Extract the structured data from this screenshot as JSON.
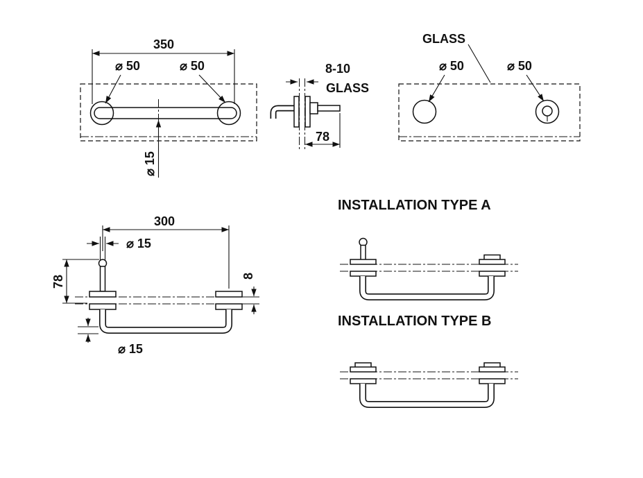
{
  "drawing": {
    "front_view": {
      "dim_width": "350",
      "dia_hole_left": "⌀ 50",
      "dia_hole_right": "⌀ 50",
      "dia_bar": "⌀ 15"
    },
    "side_view": {
      "glass_thickness": "8-10",
      "glass_label": "GLASS",
      "dim_depth": "78"
    },
    "glass_view": {
      "glass_label": "GLASS",
      "dia_hole_left": "⌀ 50",
      "dia_hole_right": "⌀ 50"
    },
    "plan_view": {
      "dim_span": "300",
      "dia_pin": "⌀ 15",
      "dim_height": "78",
      "glass_thickness": "8",
      "dia_bar": "⌀ 15"
    },
    "installations": {
      "type_a_title": "INSTALLATION TYPE A",
      "type_b_title": "INSTALLATION TYPE B"
    }
  }
}
